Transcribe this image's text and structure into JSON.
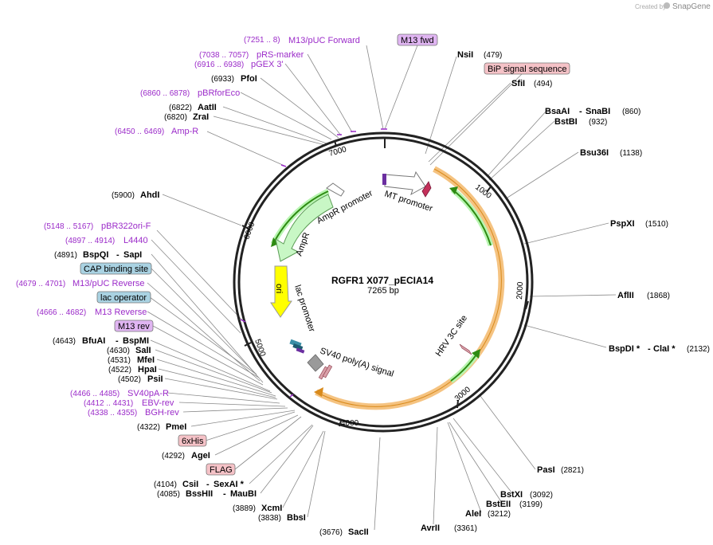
{
  "branding": {
    "created_by": "Created by",
    "app": "SnapGene"
  },
  "plasmid": {
    "name": "RGFR1 X077_pECIA14",
    "size_label": "7265 bp"
  },
  "colors": {
    "backbone": "#222222",
    "primer": "#9b2bc9",
    "label_pos": "#9b2bc9",
    "orange": "#f3b96b",
    "orange_edge": "#d88a1c",
    "green": "#2e8b12",
    "green_fill": "#b8f5b1",
    "yellow": "#ffff00",
    "feature_pink": "#f5c2c7",
    "feature_blue": "#a9d2e2",
    "feature_purple": "#e0b5f2"
  },
  "ticks": [
    "1000",
    "2000",
    "3000",
    "4000",
    "5000",
    "6000",
    "7000"
  ],
  "arc_labels": {
    "mt_promoter": "MT promoter",
    "ampr_promoter": "AmpR promoter",
    "ampr": "AmpR",
    "ori": "ori",
    "lac_promoter": "lac promoter",
    "sv40": "SV40 poly(A) signal",
    "hrv": "HRV 3C site"
  },
  "labels": {
    "m13fwd_primer": {
      "pos": "(7251 .. 8)",
      "name": "M13/pUC Forward"
    },
    "m13fwd_feat": {
      "name": "M13 fwd"
    },
    "prs": {
      "pos": "(7038 .. 7057)",
      "name": "pRS-marker"
    },
    "pgex": {
      "pos": "(6916 .. 6938)",
      "name": "pGEX 3'"
    },
    "pfoi": {
      "pos": "(6933)",
      "name": "PfoI"
    },
    "pbrforeco": {
      "pos": "(6860 .. 6878)",
      "name": "pBRforEco"
    },
    "aatii": {
      "pos": "(6822)",
      "name": "AatII"
    },
    "zrai": {
      "pos": "(6820)",
      "name": "ZraI"
    },
    "ampr_primer": {
      "pos": "(6450 .. 6469)",
      "name": "Amp-R"
    },
    "ahdi": {
      "pos": "(5900)",
      "name": "AhdI"
    },
    "pbr322": {
      "pos": "(5148 .. 5167)",
      "name": "pBR322ori-F"
    },
    "l4440": {
      "pos": "(4897 .. 4914)",
      "name": "L4440"
    },
    "bspqi": {
      "pos": "(4891)",
      "name": "BspQI",
      "alias": "SapI"
    },
    "cap": {
      "name": "CAP binding site"
    },
    "m13puc_rev": {
      "pos": "(4679 .. 4701)",
      "name": "M13/pUC Reverse"
    },
    "lacop": {
      "name": "lac operator"
    },
    "m13reverse": {
      "pos": "(4666 .. 4682)",
      "name": "M13 Reverse"
    },
    "m13rev_feat": {
      "name": "M13 rev"
    },
    "bfuai": {
      "pos": "(4643)",
      "name": "BfuAI",
      "alias": "BspMI"
    },
    "sali": {
      "pos": "(4630)",
      "name": "SalI"
    },
    "mfei": {
      "pos": "(4531)",
      "name": "MfeI"
    },
    "hpai": {
      "pos": "(4522)",
      "name": "HpaI"
    },
    "psii": {
      "pos": "(4502)",
      "name": "PsiI"
    },
    "sv40pa": {
      "pos": "(4466 .. 4485)",
      "name": "SV40pA-R"
    },
    "ebv": {
      "pos": "(4412 .. 4431)",
      "name": "EBV-rev"
    },
    "bgh": {
      "pos": "(4338 .. 4355)",
      "name": "BGH-rev"
    },
    "pmei": {
      "pos": "(4322)",
      "name": "PmeI"
    },
    "his": {
      "name": "6xHis"
    },
    "agei": {
      "pos": "(4292)",
      "name": "AgeI"
    },
    "flag": {
      "name": "FLAG"
    },
    "csii": {
      "pos": "(4104)",
      "name": "CsiI",
      "alias": "SexAI *"
    },
    "bsshii": {
      "pos": "(4085)",
      "name": "BssHII",
      "alias": "MauBI"
    },
    "xcmi": {
      "pos": "(3889)",
      "name": "XcmI"
    },
    "bbsi": {
      "pos": "(3838)",
      "name": "BbsI"
    },
    "saci": {
      "pos": "(3676)",
      "name": "SacII"
    },
    "avrii": {
      "pos": "(3361)",
      "name": "AvrII"
    },
    "alei": {
      "pos": "(3212)",
      "name": "AleI"
    },
    "bsteii": {
      "pos": "(3199)",
      "name": "BstEII"
    },
    "bstxi": {
      "pos": "(3092)",
      "name": "BstXI"
    },
    "pasi": {
      "pos": "(2821)",
      "name": "PasI"
    },
    "bspdi": {
      "pos": "(2132)",
      "name": "BspDI *",
      "alias": "ClaI *"
    },
    "aflii": {
      "pos": "(1868)",
      "name": "AflII"
    },
    "pspxi": {
      "pos": "(1510)",
      "name": "PspXI"
    },
    "bsu36i": {
      "pos": "(1138)",
      "name": "Bsu36I"
    },
    "bstbi": {
      "pos": "(932)",
      "name": "BstBI"
    },
    "bsaai": {
      "pos": "(860)",
      "name": "BsaAI",
      "alias": "SnaBI"
    },
    "sfii": {
      "pos": "(494)",
      "name": "SfiI"
    },
    "bip": {
      "name": "BiP signal sequence"
    },
    "nsii": {
      "pos": "(479)",
      "name": "NsiI"
    }
  }
}
